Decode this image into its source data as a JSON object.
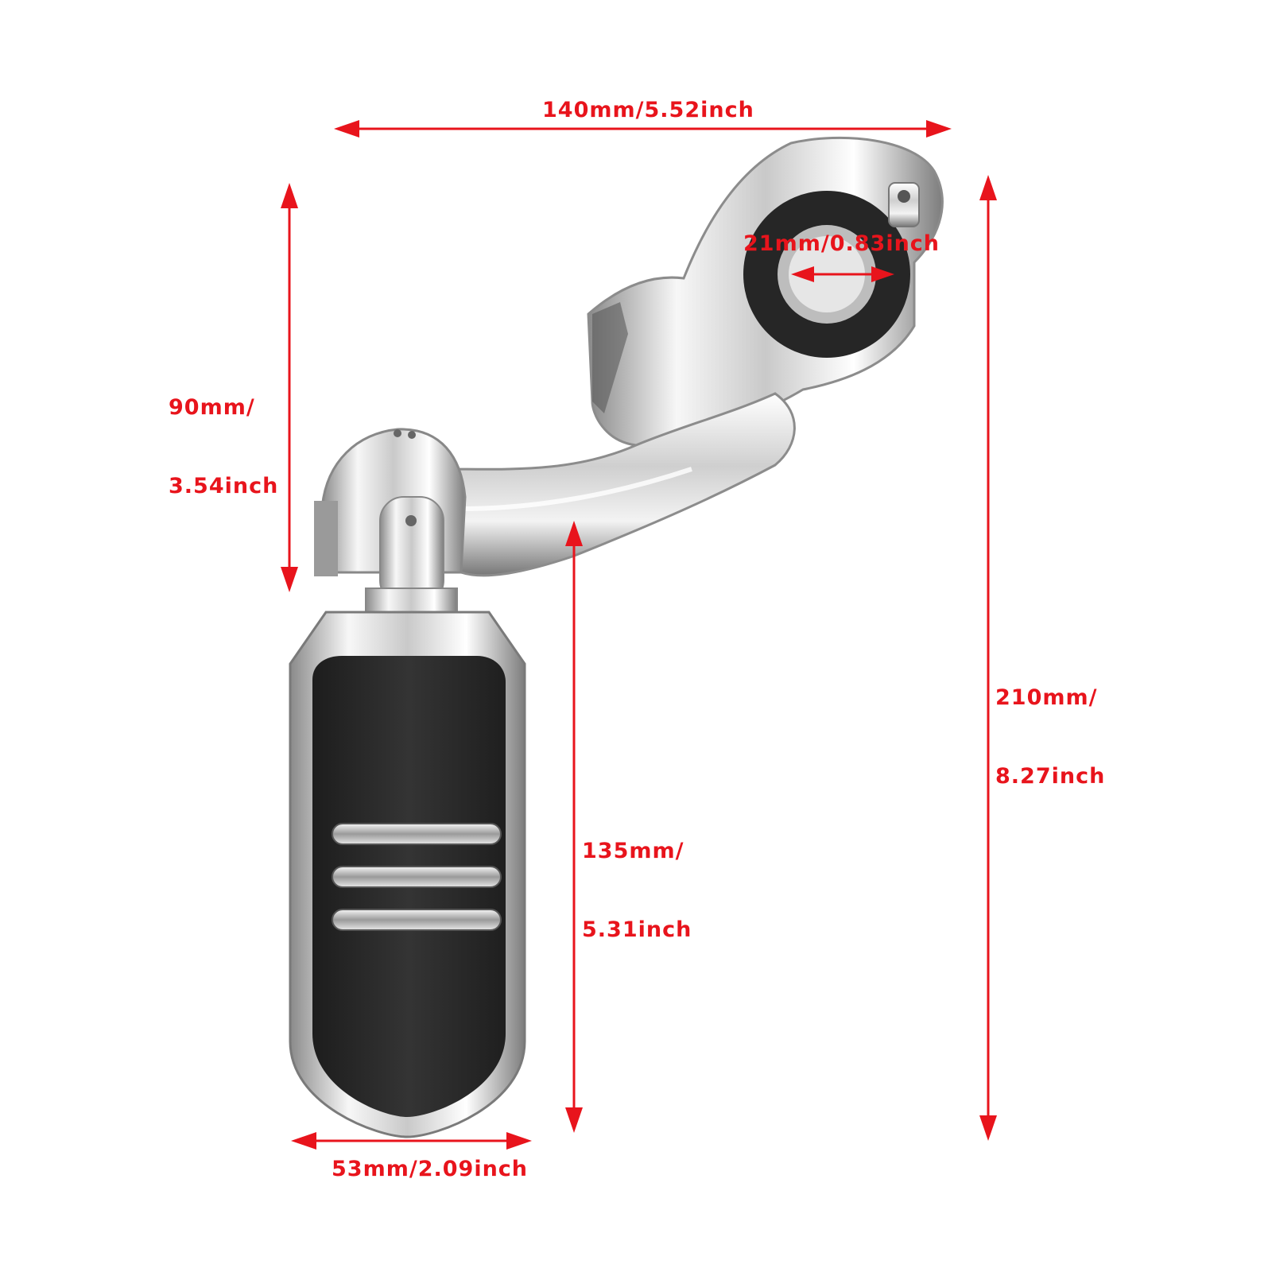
{
  "colors": {
    "dimension": "#e8141c",
    "chrome_light": "#f4f4f4",
    "chrome_mid": "#b8b8b8",
    "chrome_dark": "#6e6e6e",
    "rubber": "#2b2b2b",
    "background": "#ffffff"
  },
  "dimensions": {
    "top_width": "140mm/5.52inch",
    "clamp_diameter": "21mm/0.83inch",
    "left_height_line1": "90mm/",
    "left_height_line2": "3.54inch",
    "right_height_line1": "210mm/",
    "right_height_line2": "8.27inch",
    "peg_length_line1": "135mm/",
    "peg_length_line2": "5.31inch",
    "peg_width": "53mm/2.09inch"
  }
}
